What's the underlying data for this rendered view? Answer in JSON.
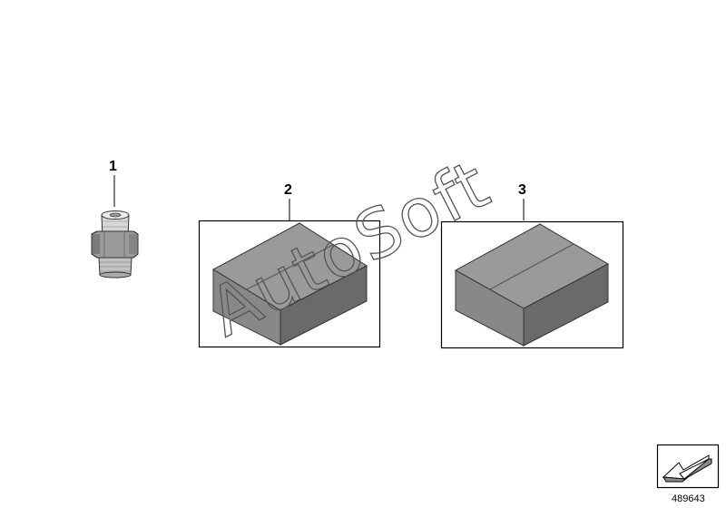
{
  "diagram": {
    "parts": [
      {
        "callout": "1",
        "name": "fitting"
      },
      {
        "callout": "2",
        "name": "box"
      },
      {
        "callout": "3",
        "name": "box"
      }
    ],
    "diagram_number": "489643",
    "watermark": "AutoSoft"
  },
  "colors": {
    "box_top": "#9a9a9a",
    "box_left": "#888888",
    "box_right": "#6a6a6a",
    "line": "#000000"
  },
  "icons": {
    "navigation": "back-arrow-icon"
  }
}
